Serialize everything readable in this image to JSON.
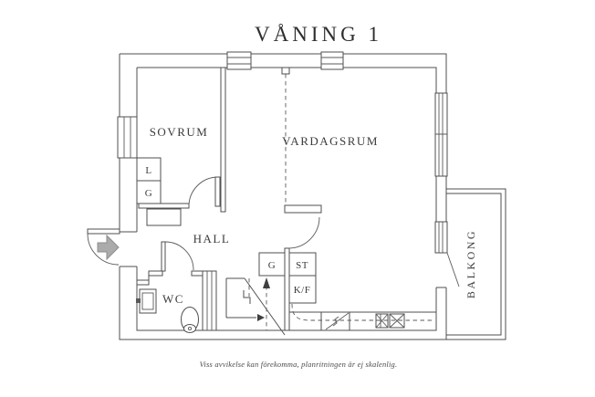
{
  "title": "VÅNING 1",
  "rooms": {
    "bedroom": "SOVRUM",
    "living": "VARDAGSRUM",
    "hall": "HALL",
    "wc": "WC",
    "balcony": "BALKONG"
  },
  "closets": {
    "linen": "L",
    "wardrobe_bedroom": "G",
    "wardrobe_hall": "G",
    "cleaning": "ST",
    "fridge_freezer": "K/F"
  },
  "footer": "Viss avvikelse kan förekomma, planritningen är ej skalenlig.",
  "colors": {
    "wall_line": "#4f4f4f",
    "text": "#3c3c3c",
    "arrow_fill": "#ababab",
    "arrow_stroke": "#8e8e8e",
    "background": "#ffffff"
  }
}
